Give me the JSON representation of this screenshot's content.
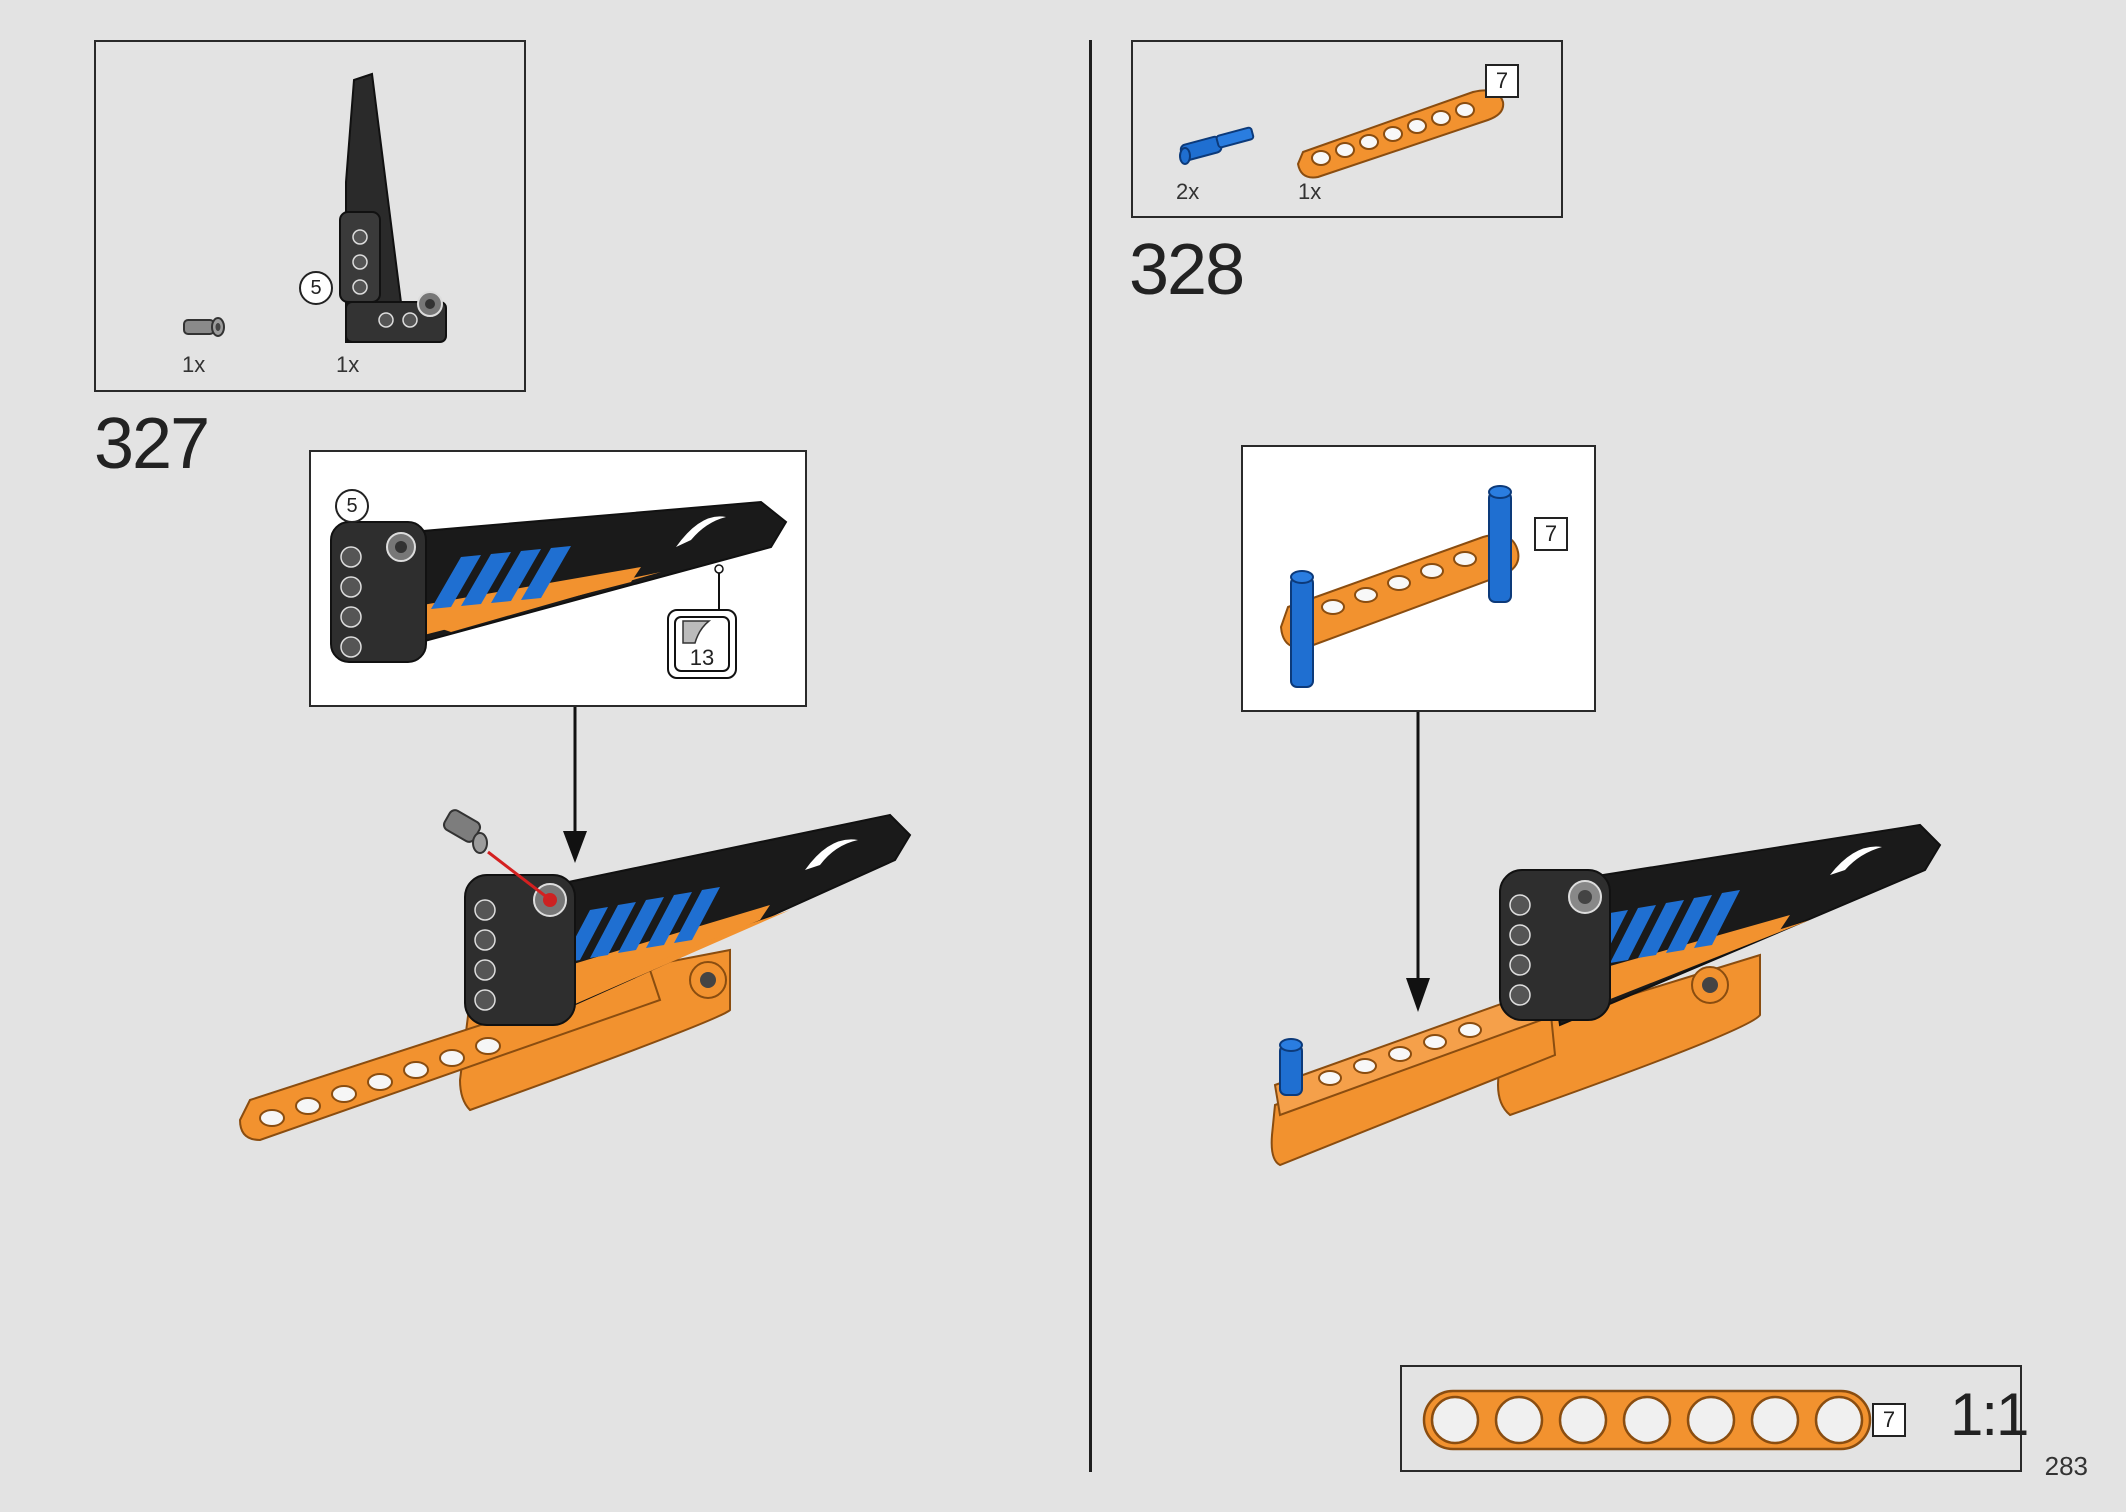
{
  "page_number": "283",
  "steps": [
    {
      "number": "327",
      "parts": [
        {
          "quantity": "1x",
          "name": "pin-connector"
        },
        {
          "quantity": "1x",
          "name": "wing-panel-left"
        }
      ],
      "parts_callout": "5",
      "subassembly_callout": "5",
      "sticker_number": "13"
    },
    {
      "number": "328",
      "parts": [
        {
          "quantity": "2x",
          "name": "blue-axle-pin"
        },
        {
          "quantity": "1x",
          "name": "orange-beam-7"
        }
      ],
      "parts_length": "7",
      "subassembly_length": "7"
    }
  ],
  "scale_reference": {
    "length": "7",
    "scale": "1:1"
  },
  "colors": {
    "background": "#e3e3e3",
    "orange": "#f2922f",
    "blue": "#1f6fd1",
    "black": "#1b1b1b",
    "gray": "#8a8a8a"
  }
}
